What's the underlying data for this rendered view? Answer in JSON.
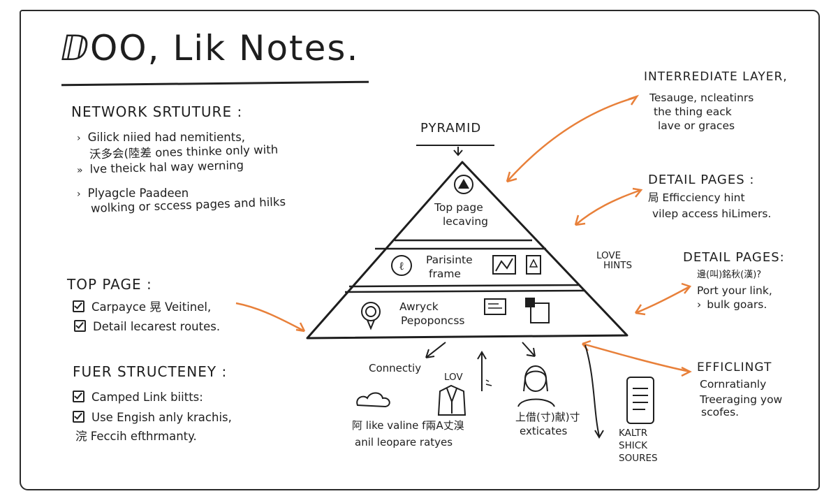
{
  "title": "ⅅOO, Lik Notes.",
  "network_structure": {
    "heading": "NETWORK SRTUTURE :",
    "lines": [
      "Gilick niied had nemitients,",
      "沃多会(陸差 ones thinke only with",
      "lve theick hal way werning",
      "Plyagcle Paadeen",
      "wolking or sccess pages and hilks"
    ]
  },
  "top_page": {
    "heading": "TOP PAGE :",
    "items": [
      "Carpayce 晃 Veitinel,",
      "Detail lecarest routes."
    ]
  },
  "fuer_structeney": {
    "heading": "FUER STRUCTENEY :",
    "items": [
      "Camped Link biitts:",
      "Use Engish anly krachis,"
    ],
    "footer": "浣 Feccih efthrmanty."
  },
  "pyramid": {
    "heading": "PYRAMID",
    "top_label_1": "Top page",
    "top_label_2": "lecaving",
    "mid_label_1": "Parisinte",
    "mid_label_2": "frame",
    "bottom_label_1": "Awryck",
    "bottom_label_2": "Pepoponcss"
  },
  "intermediate_layer": {
    "heading": "INTERREDIATE LAYER,",
    "lines": [
      "Tesauge, ncleatinrs",
      "the thing eack",
      "lave or graces"
    ]
  },
  "detail_pages_1": {
    "heading": "DETAIL PAGES :",
    "lines": [
      "局 Efficciency hint",
      "vilep access hiLimers."
    ]
  },
  "love_hints": {
    "line1": "LOVE",
    "line2": "HINTS"
  },
  "detail_pages_2": {
    "heading": "DETAIL PAGES:",
    "lines": [
      "邊(叫)銘秋(漢)?",
      "Port your link,",
      "bulk goars."
    ]
  },
  "efficlingt": {
    "heading": "EFFICLINGT",
    "lines": [
      "Cornratianly",
      "Treeraging yow",
      "scofes."
    ]
  },
  "bottom": {
    "connectiy": "Connectiy",
    "lov": "LOV",
    "like_line": "阿 like valine f兩A丈溴",
    "lep_line": "anil leopare ratyes",
    "person_line_1": "上借(寸)献)寸",
    "person_line_2": "exticates",
    "kaltr_1": "KALTR",
    "kaltr_2": "SHICK",
    "kaltr_3": "SOURES"
  },
  "accent_color": "#e8803a",
  "ink_color": "#1e1e1e"
}
